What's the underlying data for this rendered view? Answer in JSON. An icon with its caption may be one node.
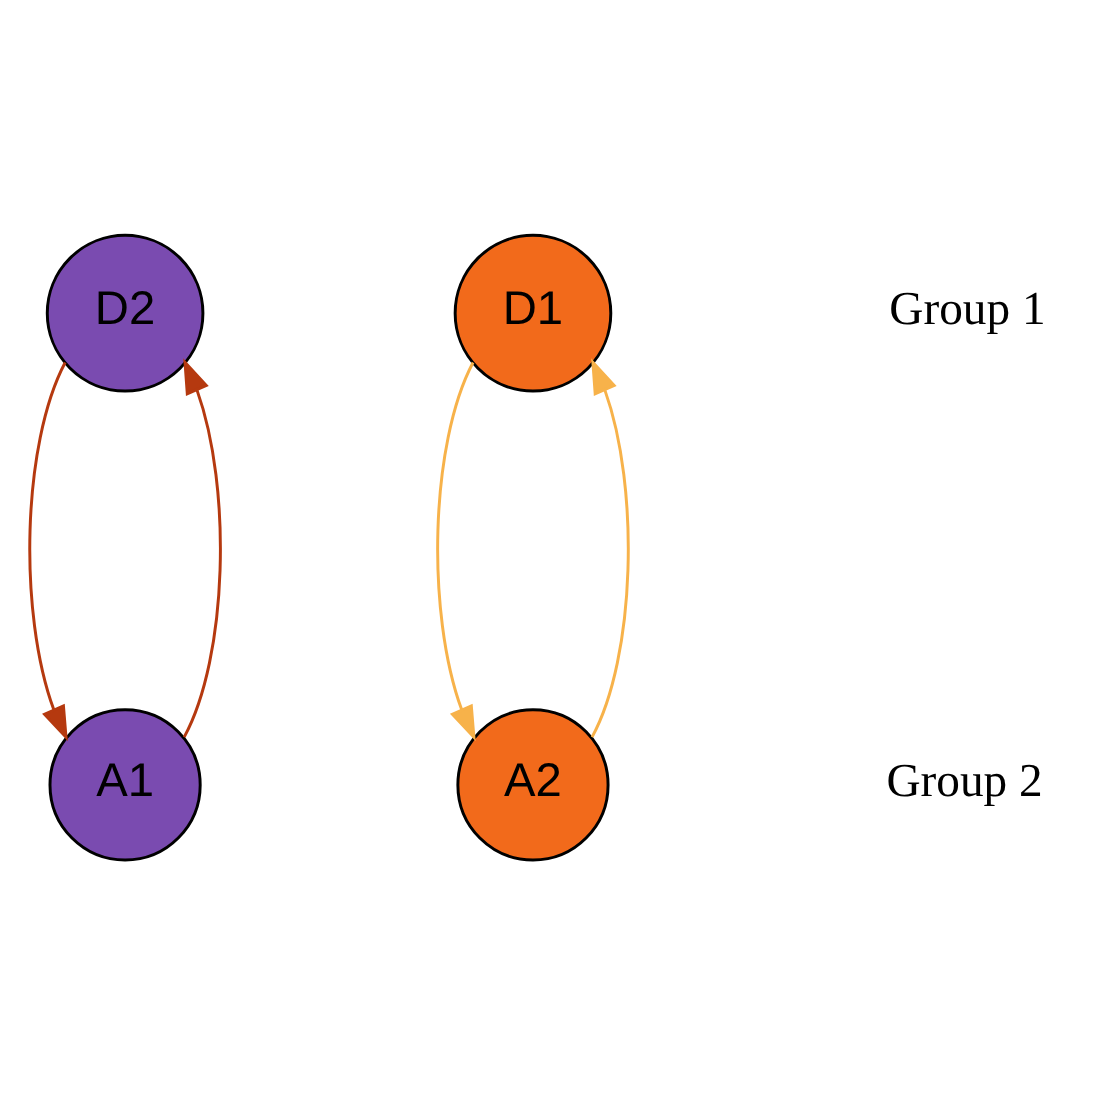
{
  "diagram": {
    "nodes": [
      {
        "text": [
          "D2"
        ]
      },
      {
        "text": [
          "A1"
        ]
      },
      {
        "text": [
          "D1"
        ]
      },
      {
        "text": [
          "A2"
        ]
      }
    ],
    "edges": [
      {
        "from": 0,
        "to": 1,
        "arrow": "to",
        "color": "#b5390f"
      },
      {
        "from": 1,
        "to": 0,
        "arrow": "to",
        "color": "#b5390f"
      },
      {
        "from": 3,
        "to": 2,
        "arrow": "to",
        "color": "#f7b24a"
      },
      {
        "from": 2,
        "to": 3,
        "arrow": "to",
        "color": "#f7b24a"
      }
    ],
    "labels": [
      "Group 2",
      "Group 1"
    ]
  }
}
